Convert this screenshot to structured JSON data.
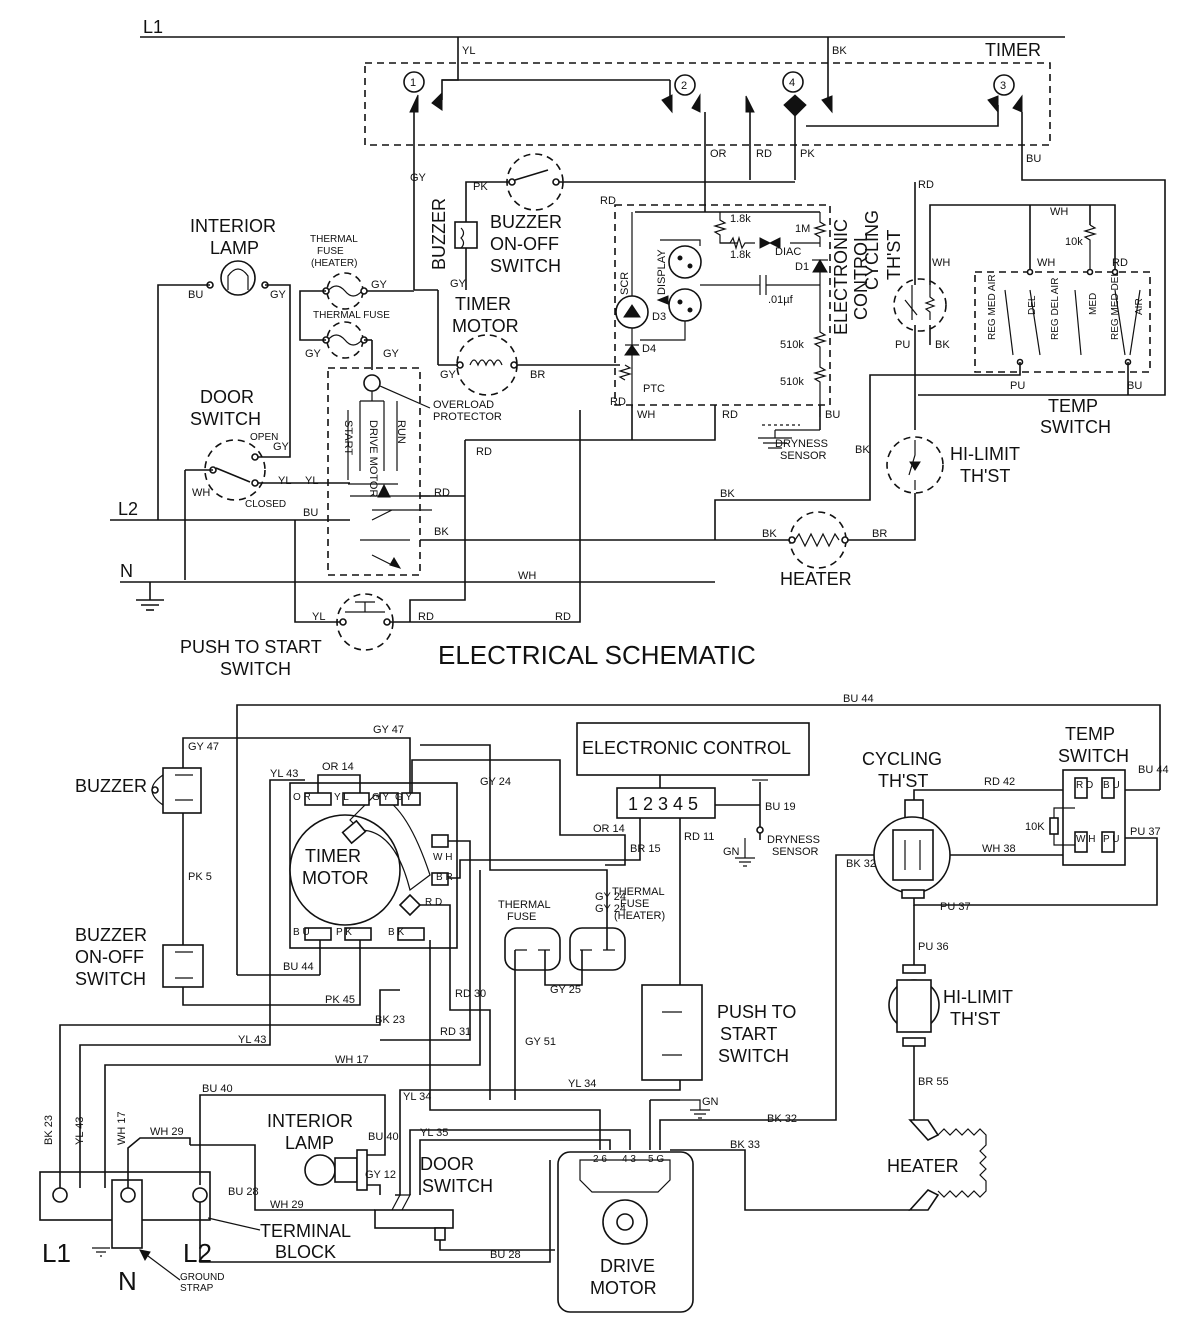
{
  "schematic": {
    "title": "ELECTRICAL SCHEMATIC",
    "lines": {
      "l1": "L1",
      "l2": "L2",
      "n": "N"
    },
    "labels": {
      "timer": "TIMER",
      "buzzer": "BUZZER",
      "buzzer_switch_1": "BUZZER",
      "buzzer_switch_2": "ON-OFF",
      "buzzer_switch_3": "SWITCH",
      "interior_lamp_1": "INTERIOR",
      "interior_lamp_2": "LAMP",
      "thermal_fuse_heater_1": "THERMAL",
      "thermal_fuse_heater_2": "FUSE",
      "thermal_fuse_heater_3": "(HEATER)",
      "thermal_fuse": "THERMAL FUSE",
      "timer_motor_1": "TIMER",
      "timer_motor_2": "MOTOR",
      "door_switch_1": "DOOR",
      "door_switch_2": "SWITCH",
      "open": "OPEN",
      "closed": "CLOSED",
      "overload_1": "OVERLOAD",
      "overload_2": "PROTECTOR",
      "start": "START",
      "drive_motor": "DRIVE MOTOR",
      "run": "RUN",
      "scr": "SCR",
      "display": "DISPLAY",
      "d3": "D3",
      "d4": "D4",
      "d1": "D1",
      "diac": "DIAC",
      "r1_8k_a": "1.8k",
      "r1_8k_b": "1.8k",
      "r1m": "1M",
      "cap": ".01µf",
      "r510k_a": "510k",
      "r510k_b": "510k",
      "ptc": "PTC",
      "electronic_control_1": "ELECTRONIC",
      "electronic_control_2": "CONTROL",
      "dryness_sensor_1": "DRYNESS",
      "dryness_sensor_2": "SENSOR",
      "cycling_thst_1": "CYCLING",
      "cycling_thst_2": "TH'ST",
      "r10k": "10k",
      "temp_switch_1": "TEMP",
      "temp_switch_2": "SWITCH",
      "reg_med_air": "REG MED AIR",
      "del": "DEL",
      "reg_del_air": "REG DEL AIR",
      "med": "MED",
      "reg_med_del": "REG MED DEL",
      "air": "AIR",
      "hi_limit_1": "HI-LIMIT",
      "hi_limit_2": "TH'ST",
      "heater": "HEATER",
      "push_to_start_1": "PUSH TO START",
      "push_to_start_2": "SWITCH"
    },
    "terminals": [
      "1",
      "2",
      "4",
      "3"
    ],
    "wires": {
      "yl": "YL",
      "bk": "BK",
      "gy": "GY",
      "or": "OR",
      "rd": "RD",
      "pk": "PK",
      "bu": "BU",
      "wh": "WH",
      "br": "BR",
      "pu": "PU"
    }
  },
  "wiring": {
    "labels": {
      "buzzer": "BUZZER",
      "buzzer_switch_1": "BUZZER",
      "buzzer_switch_2": "ON-OFF",
      "buzzer_switch_3": "SWITCH",
      "timer_motor_1": "TIMER",
      "timer_motor_2": "MOTOR",
      "electronic_control": "ELECTRONIC CONTROL",
      "connector_pins": "1 2 3 4 5",
      "dryness_sensor_1": "DRYNESS",
      "dryness_sensor_2": "SENSOR",
      "gn": "GN",
      "thermal_fuse_1": "THERMAL",
      "thermal_fuse_2": "FUSE",
      "thermal_fuse_heater_1": "THERMAL",
      "thermal_fuse_heater_2": "FUSE",
      "thermal_fuse_heater_3": "(HEATER)",
      "push_to_start_1": "PUSH TO",
      "push_to_start_2": "START",
      "push_to_start_3": "SWITCH",
      "cycling_thst_1": "CYCLING",
      "cycling_thst_2": "TH'ST",
      "temp_switch_1": "TEMP",
      "temp_switch_2": "SWITCH",
      "r10k": "10K",
      "hi_limit_1": "HI-LIMIT",
      "hi_limit_2": "TH'ST",
      "heater": "HEATER",
      "interior_lamp_1": "INTERIOR",
      "interior_lamp_2": "LAMP",
      "door_switch_1": "DOOR",
      "door_switch_2": "SWITCH",
      "terminal_block_1": "TERMINAL",
      "terminal_block_2": "BLOCK",
      "drive_motor_1": "DRIVE",
      "drive_motor_2": "MOTOR",
      "ground_strap_1": "GROUND",
      "ground_strap_2": "STRAP",
      "l1": "L1",
      "l2": "L2",
      "n": "N",
      "motor_pins_a": "2 6",
      "motor_pins_b": "4 3",
      "motor_pins_c": "5 G",
      "wh": "WH",
      "br": "BR"
    },
    "wire_codes": {
      "bu44": "BU 44",
      "gy47": "GY 47",
      "yl43": "YL 43",
      "or14": "OR 14",
      "gy24": "GY 24",
      "gy24b": "GY 24",
      "or14b": "OR 14",
      "br15": "BR 15",
      "rd11": "RD 11",
      "bu19": "BU 19",
      "rd42": "RD 42",
      "bu44b": "BU 44",
      "wh38": "WH 38",
      "pu37": "PU 37",
      "pu37b": "PU 37",
      "bk32": "BK 32",
      "pu36": "PU 36",
      "br55": "BR 55",
      "gy47b": "GY 47",
      "pk5": "PK 5",
      "bu44c": "BU 44",
      "pk45": "PK 45",
      "bk23": "BK 23",
      "yl43b": "YL 43",
      "wh17": "WH 17",
      "rd30": "RD 30",
      "gy25": "GY 25",
      "rd31": "RD 31",
      "gy51": "GY 51",
      "yl34": "YL 34",
      "yl34b": "YL 34",
      "yl35": "YL 35",
      "bk32b": "BK 32",
      "bk33": "BK 33",
      "bu40": "BU 40",
      "bu40b": "BU 40",
      "wh29": "WH 29",
      "wh29b": "WH 29",
      "gy12": "GY 12",
      "bu28": "BU 28",
      "bu28b": "BU 28",
      "bk23b": "BK 23",
      "yl43c": "YL 43",
      "wh17b": "WH 17",
      "gn": "GN"
    },
    "timer_terminals": [
      "O R",
      "Y L",
      "G Y",
      "G Y",
      "W H",
      "B R",
      "R D",
      "B U",
      "P K",
      "B K"
    ],
    "temp_terminals": [
      "R D",
      "B U",
      "W H",
      "P U"
    ]
  }
}
